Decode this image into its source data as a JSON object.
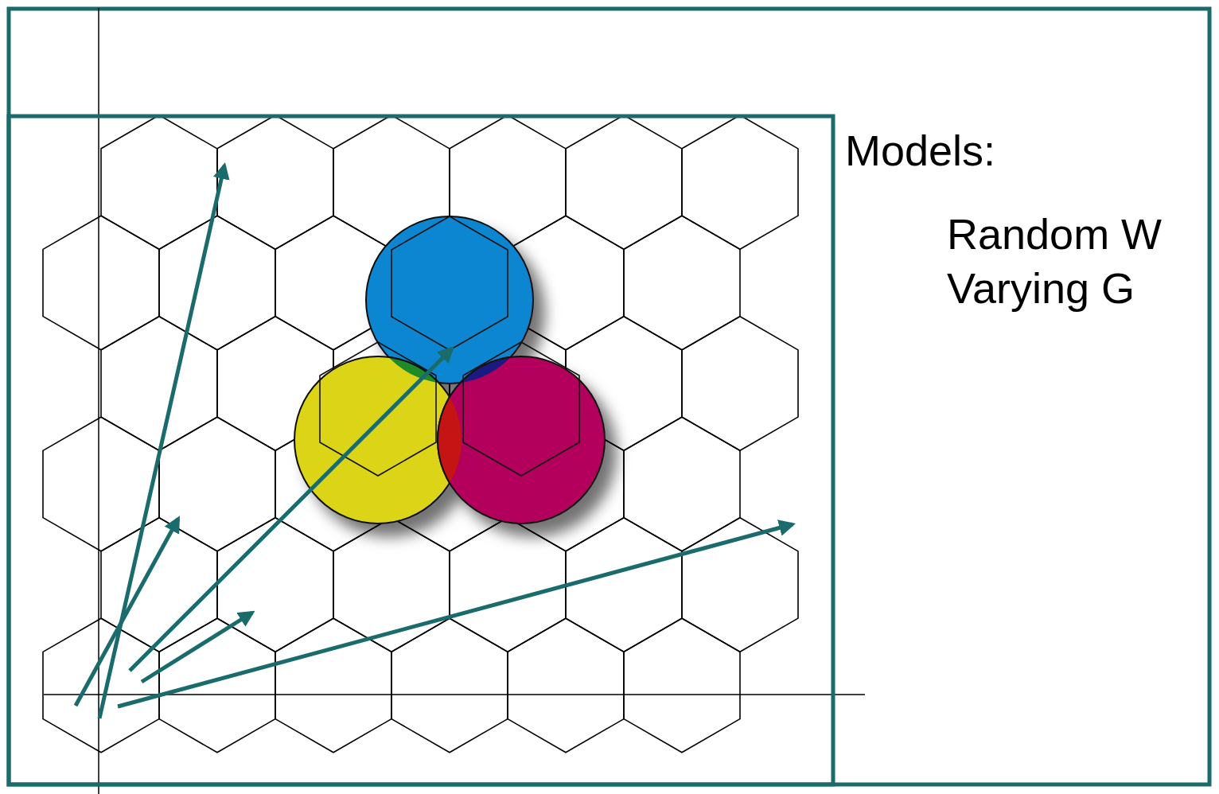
{
  "diagram": {
    "labels": [
      "Models:",
      "Random W",
      "Varying G"
    ]
  }
}
